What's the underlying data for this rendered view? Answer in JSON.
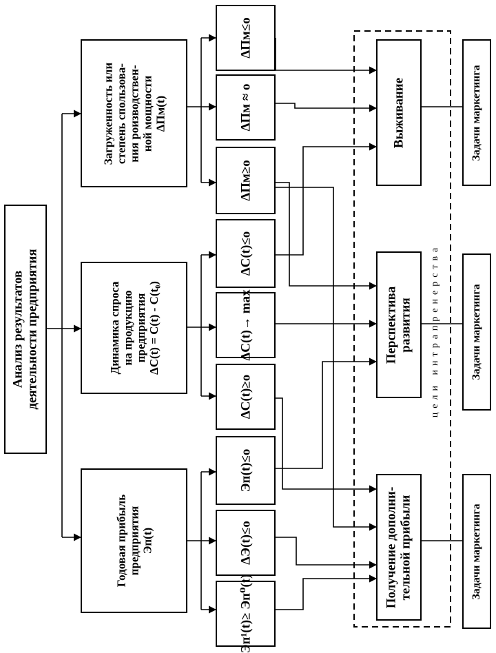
{
  "root": {
    "lines": [
      "Анализ   результатов",
      "деятельности   предприятия"
    ]
  },
  "factors": {
    "profit": {
      "lines": [
        "Годовая прибыль",
        "предприятия",
        "Эп(t)"
      ]
    },
    "demand": {
      "lines": [
        "Динамика спроса",
        "на продукцию",
        "предприятия",
        "ΔC(t) = C(t) - C(t₀)"
      ]
    },
    "capacity": {
      "lines": [
        "Загруженность или",
        "степень спользова-",
        "ния роизводствен-",
        "ной мощности",
        "ΔПм(t)"
      ]
    }
  },
  "conditions": {
    "profit": [
      "Эп¹(t)≥ Эп⁰(t)",
      "ΔЭ(t)≤о",
      "Эп(t)≤о"
    ],
    "demand": [
      "ΔC(t)≥о",
      "ΔC(t)→ max",
      "ΔC(t)≤о"
    ],
    "capacity": [
      "ΔПм≥о",
      "ΔПм ≈ о",
      "ΔПм≤о"
    ]
  },
  "goals": {
    "extra_profit": {
      "lines": [
        "Получение дополни-",
        "тельной прибыли"
      ]
    },
    "development": {
      "lines": [
        "Перспектива",
        "развития"
      ]
    },
    "survival": {
      "lines": [
        "Выживание"
      ]
    }
  },
  "marketing": [
    "Задачи маркетинга",
    "Задачи маркетинга",
    "Задачи маркетинга"
  ],
  "intrapreneur_label": "цели интрапренерства"
}
